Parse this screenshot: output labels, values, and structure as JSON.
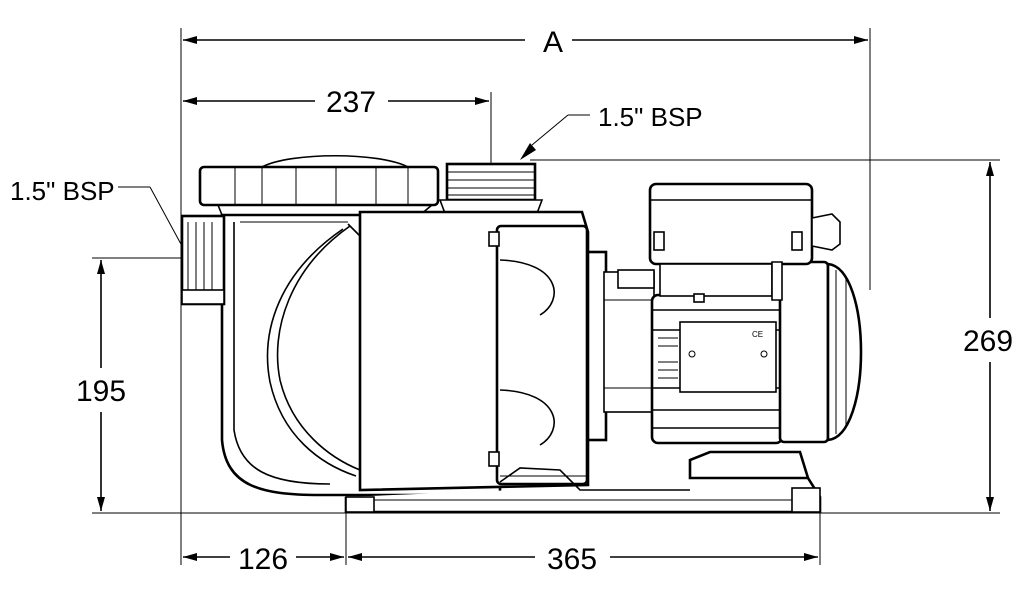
{
  "dimensions": {
    "overall_length": "A",
    "suction_to_discharge": "237",
    "inlet_height": "195",
    "overall_height": "269",
    "front_offset": "126",
    "base_length": "365"
  },
  "annotations": {
    "inlet_thread": "1.5\" BSP",
    "outlet_thread": "1.5\" BSP"
  }
}
